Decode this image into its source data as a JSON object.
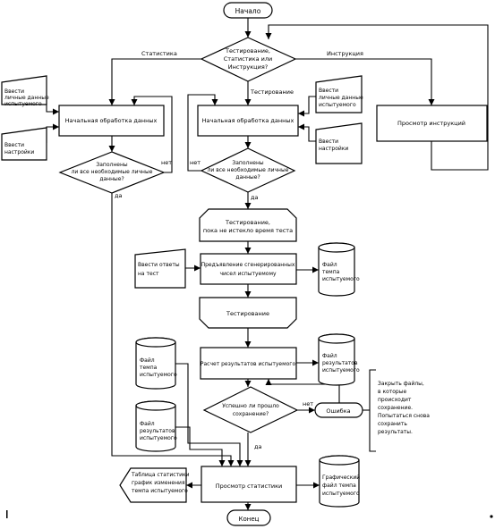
{
  "nodes": {
    "start": "Начало",
    "decision_main": [
      "Тестирование,",
      "Статистика или",
      "Инструкция?"
    ],
    "stat_init": "Начальная обработка данных",
    "test_init": "Начальная обработка данных",
    "instructions": "Просмотр инструкций",
    "input_personal_left": [
      "Ввести",
      "личные данные",
      "испытуемого"
    ],
    "input_settings_left": [
      "Ввести",
      "настройки"
    ],
    "input_personal_mid": [
      "Ввести",
      "личные данные",
      "испытуемого"
    ],
    "input_settings_mid": [
      "Ввести",
      "настройки"
    ],
    "check_left": [
      "Заполнены",
      "ли все необходимые личные",
      "данные?"
    ],
    "check_mid": [
      "Заполнены",
      "ли все необходимые личные",
      "данные?"
    ],
    "testing_loop": [
      "Тестирование,",
      "пока не истекло время теста"
    ],
    "input_answers": [
      "Ввести ответы",
      "на тест"
    ],
    "present_numbers": [
      "Предъявление сгенерированных",
      "чисел испытуемому"
    ],
    "file_tempo_top": [
      "Файл",
      "темпа",
      "испытуемого"
    ],
    "testing_end": "Тестирование",
    "calc_results": "Расчет результатов испытуемого",
    "file_results_right": [
      "Файл",
      "результатов",
      "испытуемого"
    ],
    "file_tempo_left": [
      "Файл",
      "темпа",
      "испытуемого"
    ],
    "file_results_left": [
      "Файл",
      "результатов",
      "испытуемого"
    ],
    "check_save": [
      "Успешно ли прошло",
      "сохранение?"
    ],
    "error": "Ошибка",
    "error_note": [
      "Закрыть файлы,",
      "в которые",
      "происходит",
      "сохранение.",
      "Попытаться снова",
      "сохранить",
      "результаты."
    ],
    "view_stats": "Просмотр статистики",
    "output_table": [
      "Таблица статистики",
      "график изменения",
      "темпа испытуемого"
    ],
    "file_graphic": [
      "Графический",
      "файл темпа",
      "испытуемого"
    ],
    "end": "Конец"
  },
  "labels": {
    "statistics": "Статистика",
    "instruction": "Инструкция",
    "testing": "Тестирование",
    "no_left": "нет",
    "yes_left": "да",
    "no_mid": "нет",
    "yes_mid": "да",
    "no_save": "нет",
    "yes_save": "да"
  }
}
